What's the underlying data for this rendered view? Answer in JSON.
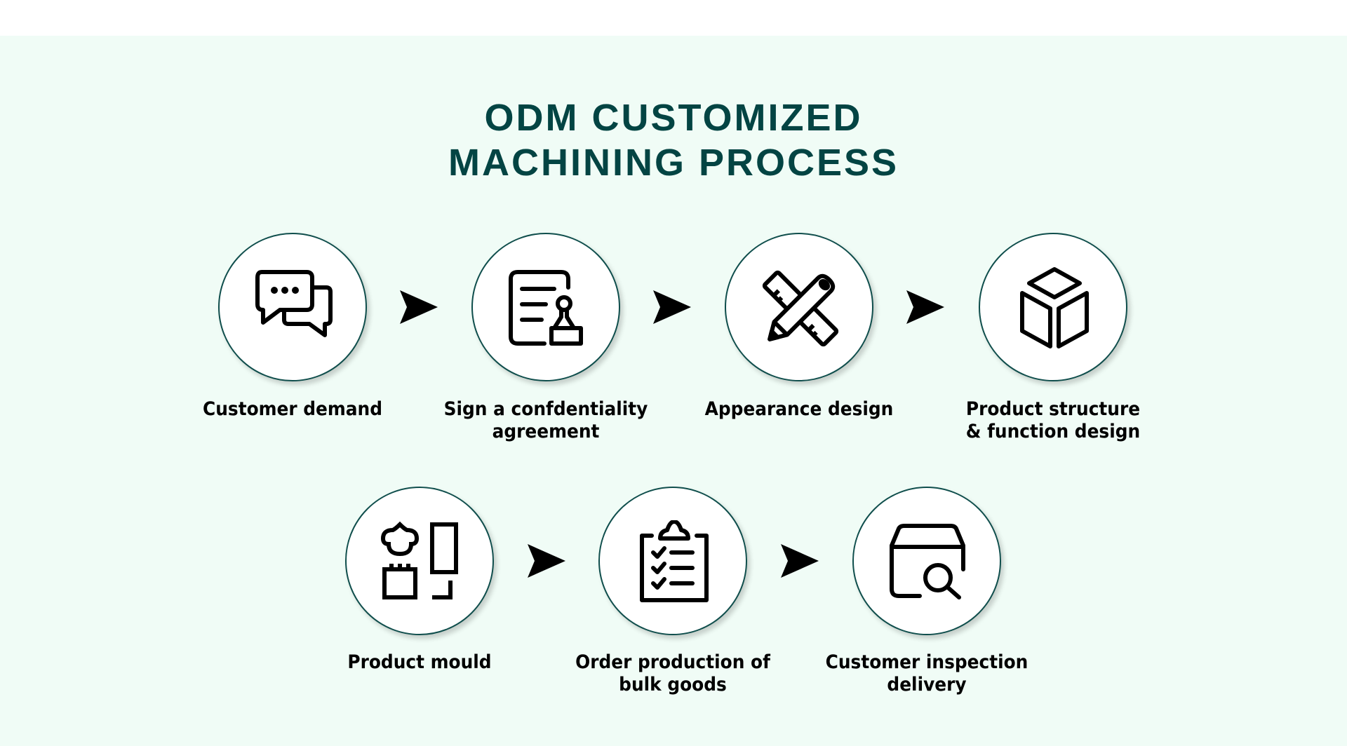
{
  "title": {
    "line1": "ODM CUSTOMIZED",
    "line2": "MACHINING PROCESS"
  },
  "colors": {
    "title": "#034443",
    "circle_border": "#0f4e4c",
    "background": "#f0fcf6",
    "top_band": "#ffffff",
    "icon": "#000000"
  },
  "steps": [
    {
      "label_line1": "Customer demand",
      "label_line2": "",
      "icon": "chat-bubbles-icon"
    },
    {
      "label_line1": "Sign a confdentiality",
      "label_line2": "agreement",
      "icon": "document-stamp-icon"
    },
    {
      "label_line1": "Appearance design",
      "label_line2": "",
      "icon": "pencil-ruler-icon"
    },
    {
      "label_line1": "Product structure",
      "label_line2": "& function design",
      "icon": "cube-icon"
    },
    {
      "label_line1": "Product mould",
      "label_line2": "",
      "icon": "mould-icon"
    },
    {
      "label_line1": "Order production of",
      "label_line2": "bulk goods",
      "icon": "clipboard-checklist-icon"
    },
    {
      "label_line1": "Customer inspection",
      "label_line2": "delivery",
      "icon": "box-search-icon"
    }
  ]
}
